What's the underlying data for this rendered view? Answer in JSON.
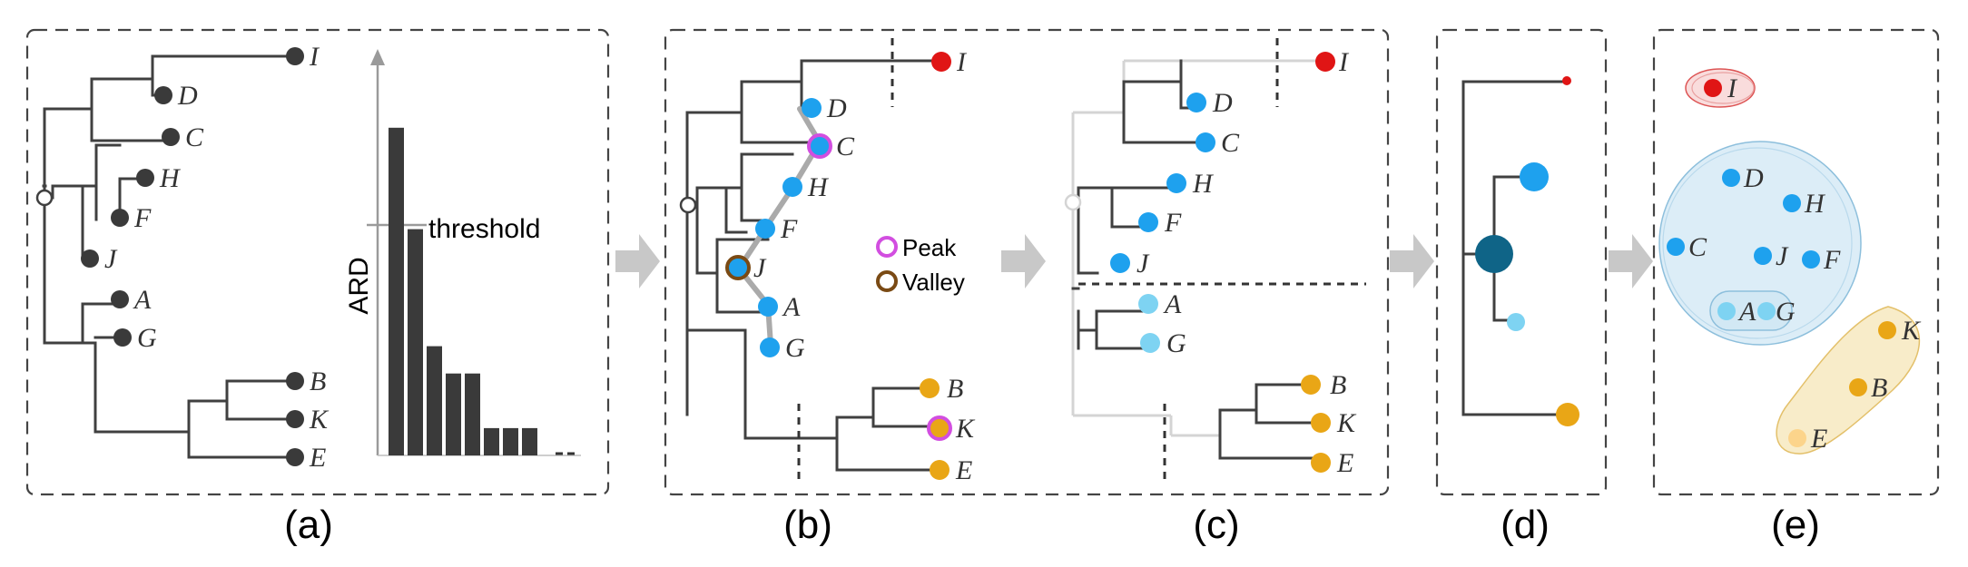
{
  "panels": {
    "a": {
      "label": "(a)",
      "axis_label": "ARD",
      "threshold_label": "threshold",
      "bar_values": [
        0.84,
        0.58,
        0.28,
        0.21,
        0.21,
        0.07,
        0.07,
        0.07
      ]
    },
    "b": {
      "label": "(b)"
    },
    "c": {
      "label": "(c)"
    },
    "d": {
      "label": "(d)"
    },
    "e": {
      "label": "(e)"
    }
  },
  "legend": {
    "peak": "Peak",
    "valley": "Valley"
  },
  "leaves": {
    "I": "I",
    "D": "D",
    "C": "C",
    "H": "H",
    "F": "F",
    "J": "J",
    "A": "A",
    "G": "G",
    "B": "B",
    "K": "K",
    "E": "E"
  },
  "colors": {
    "default": "#3a3a3a",
    "red": "#e01515",
    "blue": "#1ea1ee",
    "light_blue": "#7ed3f2",
    "orange": "#e9a616",
    "dark_blue": "#0f6487",
    "peak": "#d24ee0",
    "valley": "#7a4a14"
  }
}
